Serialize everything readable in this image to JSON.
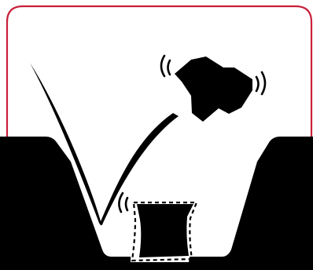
{
  "illustration": {
    "frame_color": "#c8203a",
    "ink_color": "#000000",
    "paper_color": "#ffffff",
    "elements": [
      "rounded-frame",
      "ground-with-trench",
      "swoosh-stroke",
      "flying-rock",
      "rock-vibration-marks",
      "inserted-block",
      "block-dashed-outline",
      "block-vibration-marks"
    ]
  }
}
